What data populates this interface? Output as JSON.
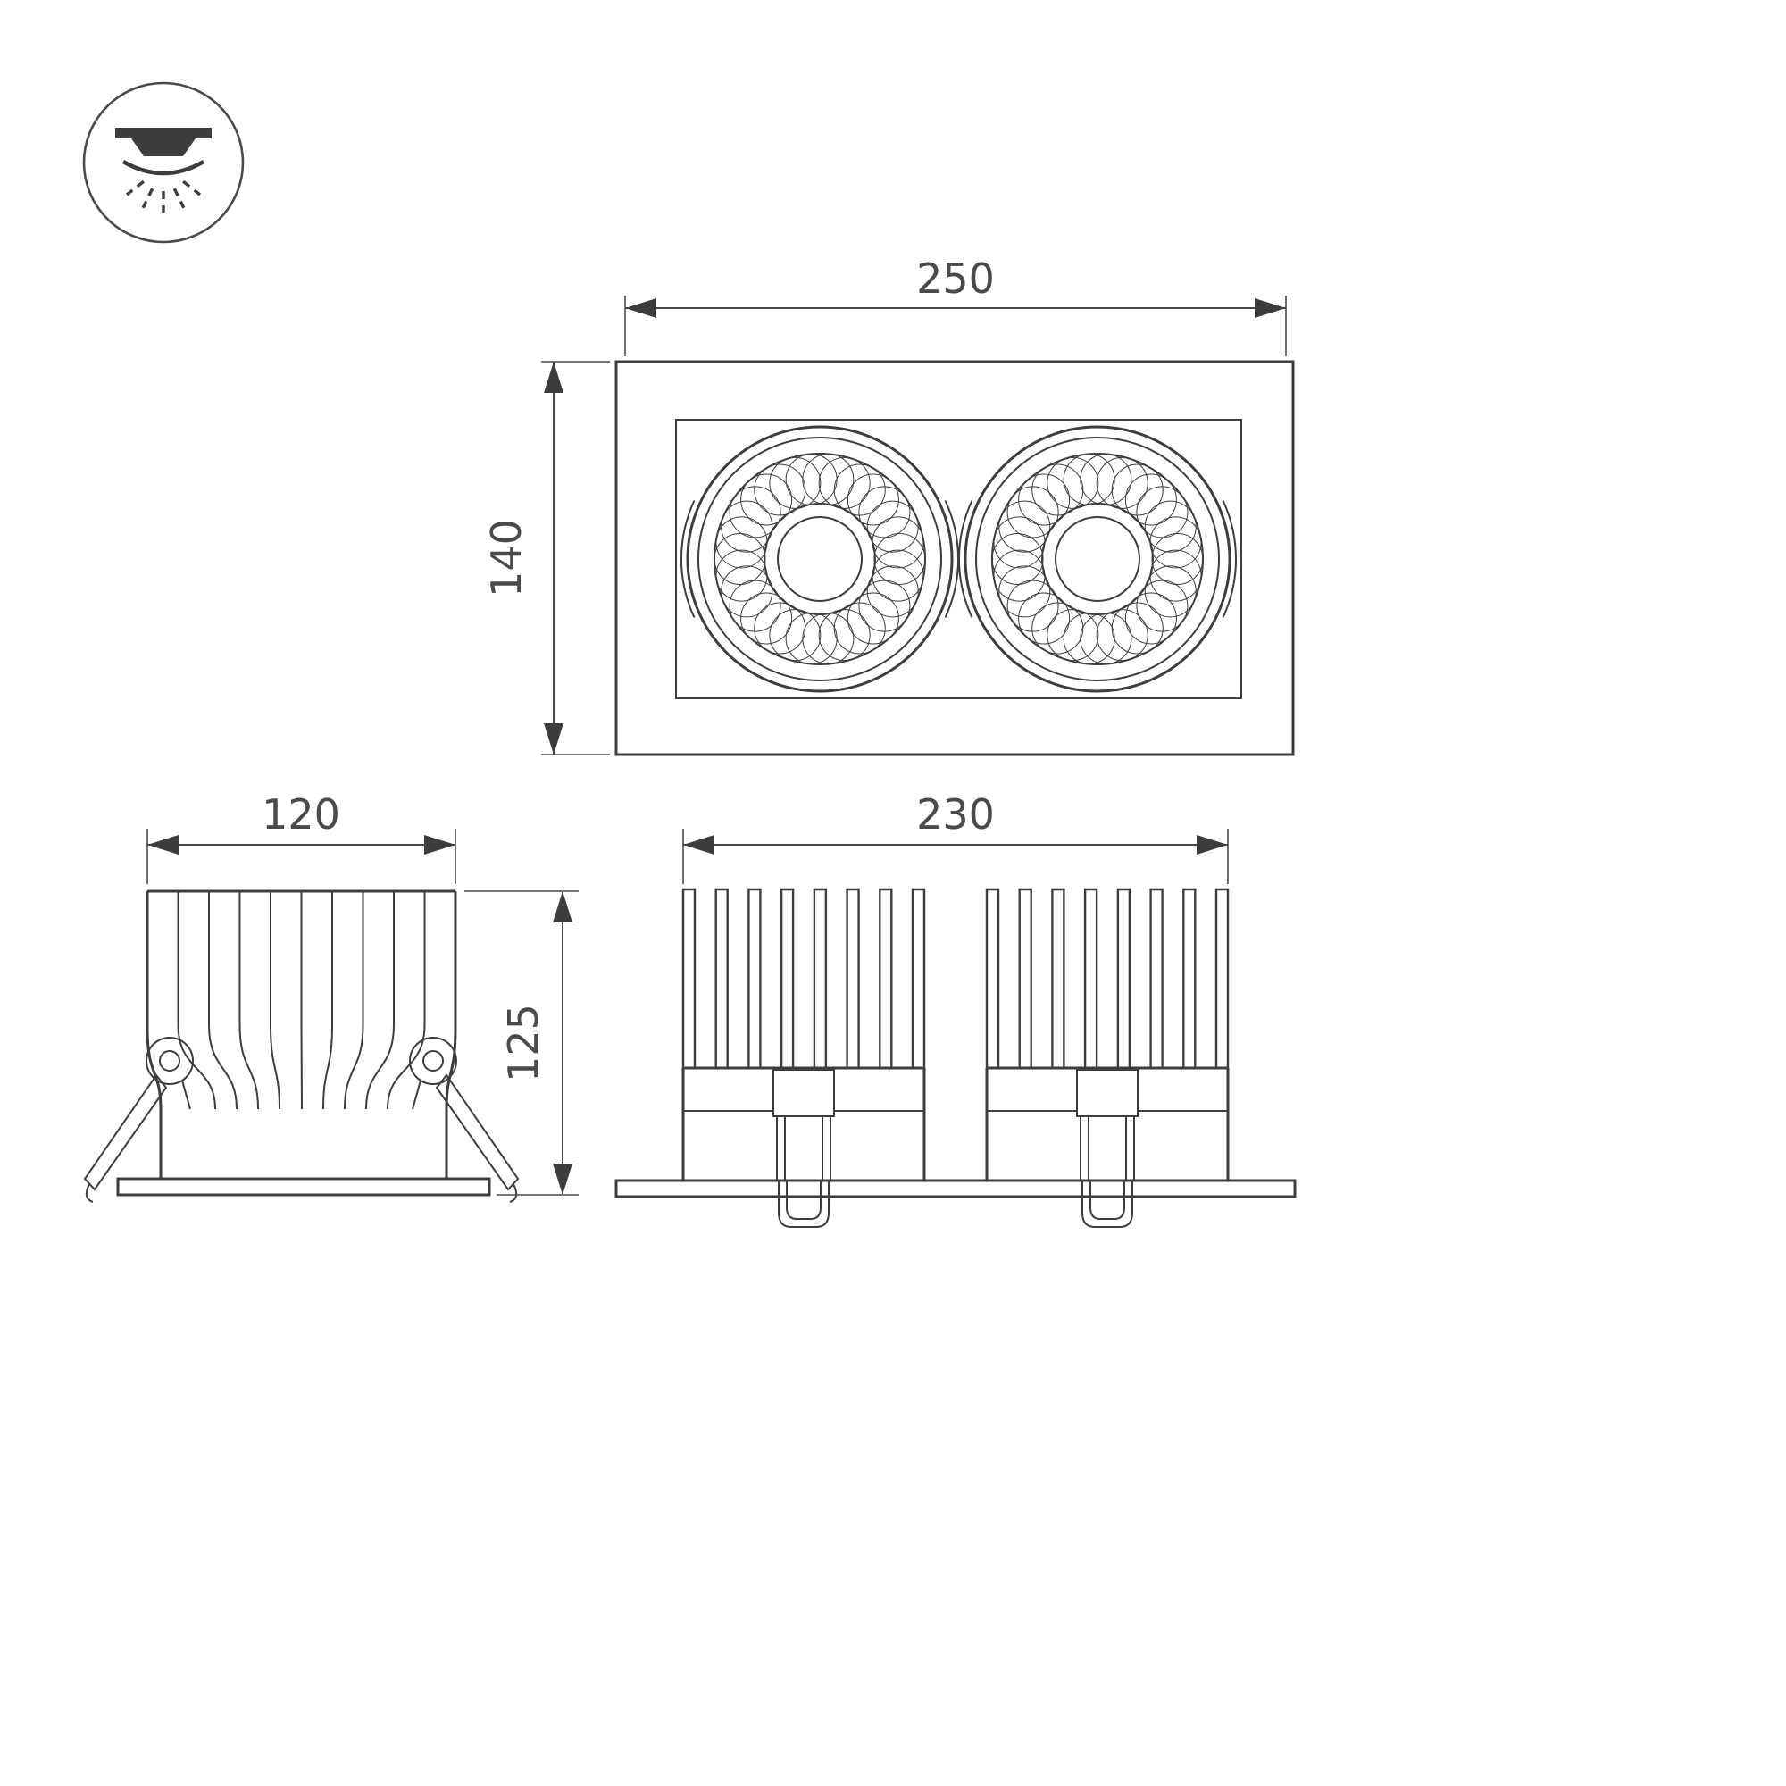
{
  "icon": {
    "name": "recessed-downlight-icon"
  },
  "colors": {
    "line": "#3d3d3d",
    "text": "#4a4a4a"
  },
  "views": {
    "front": {
      "width_label": "250",
      "height_label": "140"
    },
    "side": {
      "width_label": "120",
      "height_label": "125"
    },
    "bottom": {
      "width_label": "230"
    }
  }
}
